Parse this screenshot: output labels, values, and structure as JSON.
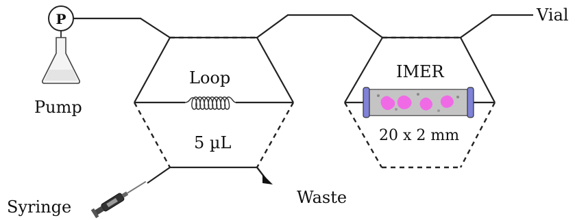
{
  "labels": {
    "pump": "Pump",
    "pump_symbol": "P",
    "vial": "Vial",
    "loop": "Loop",
    "loop_volume": "5 µL",
    "imer": "IMER",
    "imer_size": "20 x 2 mm",
    "syringe": "Syringe",
    "waste": "Waste"
  },
  "icons": {
    "pump": "pump-circle-icon",
    "flask": "erlenmeyer-flask-icon",
    "coil": "coil-loop-icon",
    "reactor": "imer-column-icon",
    "syringe": "syringe-icon",
    "arrow": "flow-arrow-icon"
  },
  "colors": {
    "line": "#222222",
    "column_cap": "#7f82d6",
    "column_body": "#b8b8b8",
    "enzyme": "#f06ae6"
  }
}
